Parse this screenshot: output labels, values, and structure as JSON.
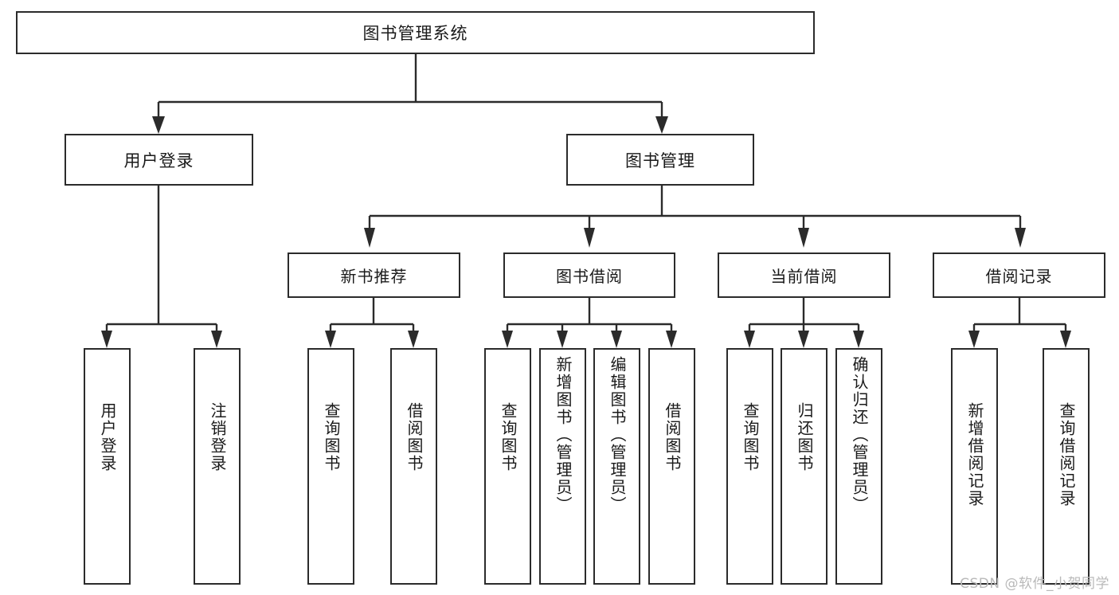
{
  "diagram": {
    "title": "图书管理系统",
    "type": "tree",
    "root": {
      "label": "图书管理系统"
    },
    "level2": [
      {
        "id": "user-login",
        "label": "用户登录"
      },
      {
        "id": "book-management",
        "label": "图书管理"
      }
    ],
    "level3": [
      {
        "id": "new-book-recommend",
        "label": "新书推荐",
        "parent": "book-management"
      },
      {
        "id": "book-borrow",
        "label": "图书借阅",
        "parent": "book-management"
      },
      {
        "id": "current-borrow",
        "label": "当前借阅",
        "parent": "book-management"
      },
      {
        "id": "borrow-record",
        "label": "借阅记录",
        "parent": "book-management"
      }
    ],
    "leaves": [
      {
        "id": "leaf-user-login",
        "label": "用户登录",
        "parent": "user-login"
      },
      {
        "id": "leaf-logout",
        "label": "注销登录",
        "parent": "user-login"
      },
      {
        "id": "leaf-query-book-1",
        "label": "查询图书",
        "parent": "new-book-recommend"
      },
      {
        "id": "leaf-borrow-book-1",
        "label": "借阅图书",
        "parent": "new-book-recommend"
      },
      {
        "id": "leaf-query-book-2",
        "label": "查询图书",
        "parent": "book-borrow"
      },
      {
        "id": "leaf-add-book",
        "label": "新增图书（管理员）",
        "parent": "book-borrow"
      },
      {
        "id": "leaf-edit-book",
        "label": "编辑图书（管理员）",
        "parent": "book-borrow"
      },
      {
        "id": "leaf-borrow-book-2",
        "label": "借阅图书",
        "parent": "book-borrow"
      },
      {
        "id": "leaf-query-book-3",
        "label": "查询图书",
        "parent": "current-borrow"
      },
      {
        "id": "leaf-return-book",
        "label": "归还图书",
        "parent": "current-borrow"
      },
      {
        "id": "leaf-confirm-return",
        "label": "确认归还（管理员）",
        "parent": "current-borrow"
      },
      {
        "id": "leaf-add-record",
        "label": "新增借阅记录",
        "parent": "borrow-record"
      },
      {
        "id": "leaf-query-record",
        "label": "查询借阅记录",
        "parent": "borrow-record"
      }
    ]
  },
  "watermark": {
    "text": "CSDN @软件_小贺同学"
  },
  "colors": {
    "stroke": "#2b2b2b",
    "text": "#1a1a1a",
    "background": "#ffffff",
    "watermark": "#b9b9b9"
  }
}
